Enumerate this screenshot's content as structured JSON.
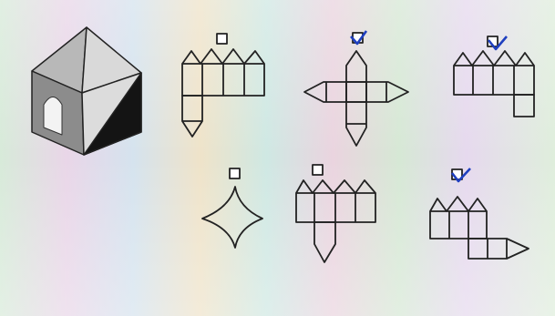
{
  "figure": {
    "palette": {
      "background_bands": [
        "#cfe7d6",
        "#e7d2e6",
        "#d8dcee",
        "#f0e2c8",
        "#cde6e4",
        "#e8d3dc"
      ],
      "stroke": "#222222",
      "check_blue": "#1f3fbf",
      "cube_face_light": "#9e9e9e",
      "cube_face_mid": "#6f6f6f",
      "cube_face_dark": "#141414"
    },
    "solid": {
      "description_kind": "cube-with-square-pyramid-top",
      "window_on_front_face": true
    },
    "options": [
      {
        "id": "A",
        "checkbox_checked": false
      },
      {
        "id": "B",
        "checkbox_checked": true
      },
      {
        "id": "C",
        "checkbox_checked": true
      },
      {
        "id": "D",
        "checkbox_checked": false
      },
      {
        "id": "E",
        "checkbox_checked": false
      },
      {
        "id": "F",
        "checkbox_checked": true
      }
    ]
  }
}
